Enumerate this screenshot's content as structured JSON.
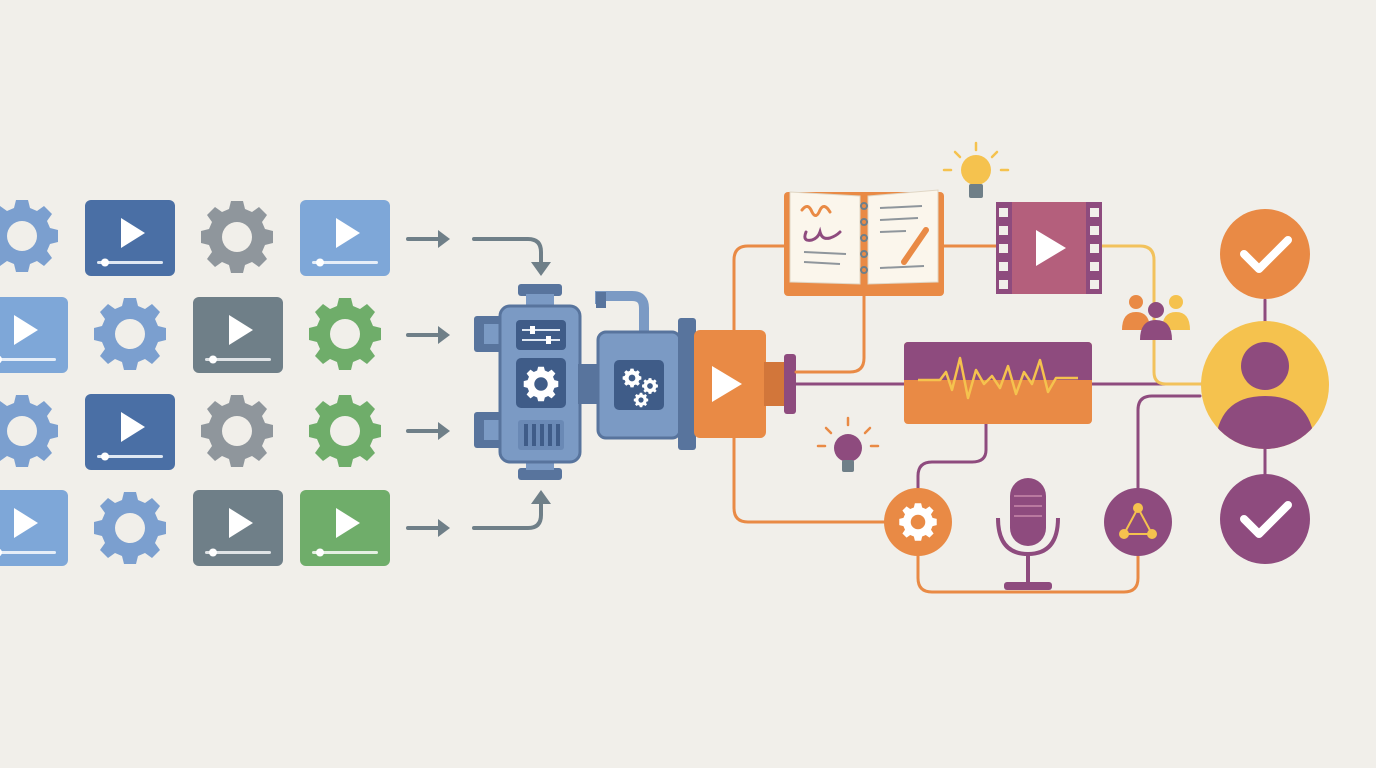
{
  "colors": {
    "background": "#f1efea",
    "video_blue_dark": "#4a6fa5",
    "video_blue_light": "#7ea7d8",
    "video_slate": "#6f7f88",
    "video_green": "#6fad6a",
    "gear_blue": "#7b9fcf",
    "gear_gray": "#8f969c",
    "gear_green": "#6fad6a",
    "arrow_gray": "#6f7f88",
    "machine_blue": "#7b9ac4",
    "machine_dark": "#58749d",
    "output_orange": "#e98a45",
    "accent_purple": "#8e4b7e",
    "accent_yellow": "#f5c24e",
    "wire_orange": "#e98a45",
    "wire_purple": "#8e4b7e",
    "wire_yellow": "#f2c25c"
  },
  "input_grid": {
    "rows": [
      [
        "gear-blue",
        "video-blue-dark",
        "gear-gray",
        "video-blue-light"
      ],
      [
        "video-blue-light",
        "gear-blue",
        "video-slate",
        "gear-green"
      ],
      [
        "gear-blue",
        "video-blue-dark",
        "gear-gray",
        "gear-green"
      ],
      [
        "video-blue-light",
        "gear-blue",
        "video-slate",
        "video-green"
      ]
    ]
  },
  "machine": {
    "icons": [
      "sliders-icon",
      "gear-icon",
      "gears-icon",
      "barcode-icon",
      "play-icon"
    ]
  },
  "outputs": {
    "items": [
      "notebook-icon",
      "film-strip-icon",
      "waveform-icon",
      "settings-gear-icon",
      "microphone-icon",
      "network-icon",
      "lightbulb-icon",
      "team-icon"
    ]
  },
  "user": {
    "icons": [
      "check-orange-icon",
      "user-avatar-icon",
      "check-purple-icon"
    ]
  }
}
